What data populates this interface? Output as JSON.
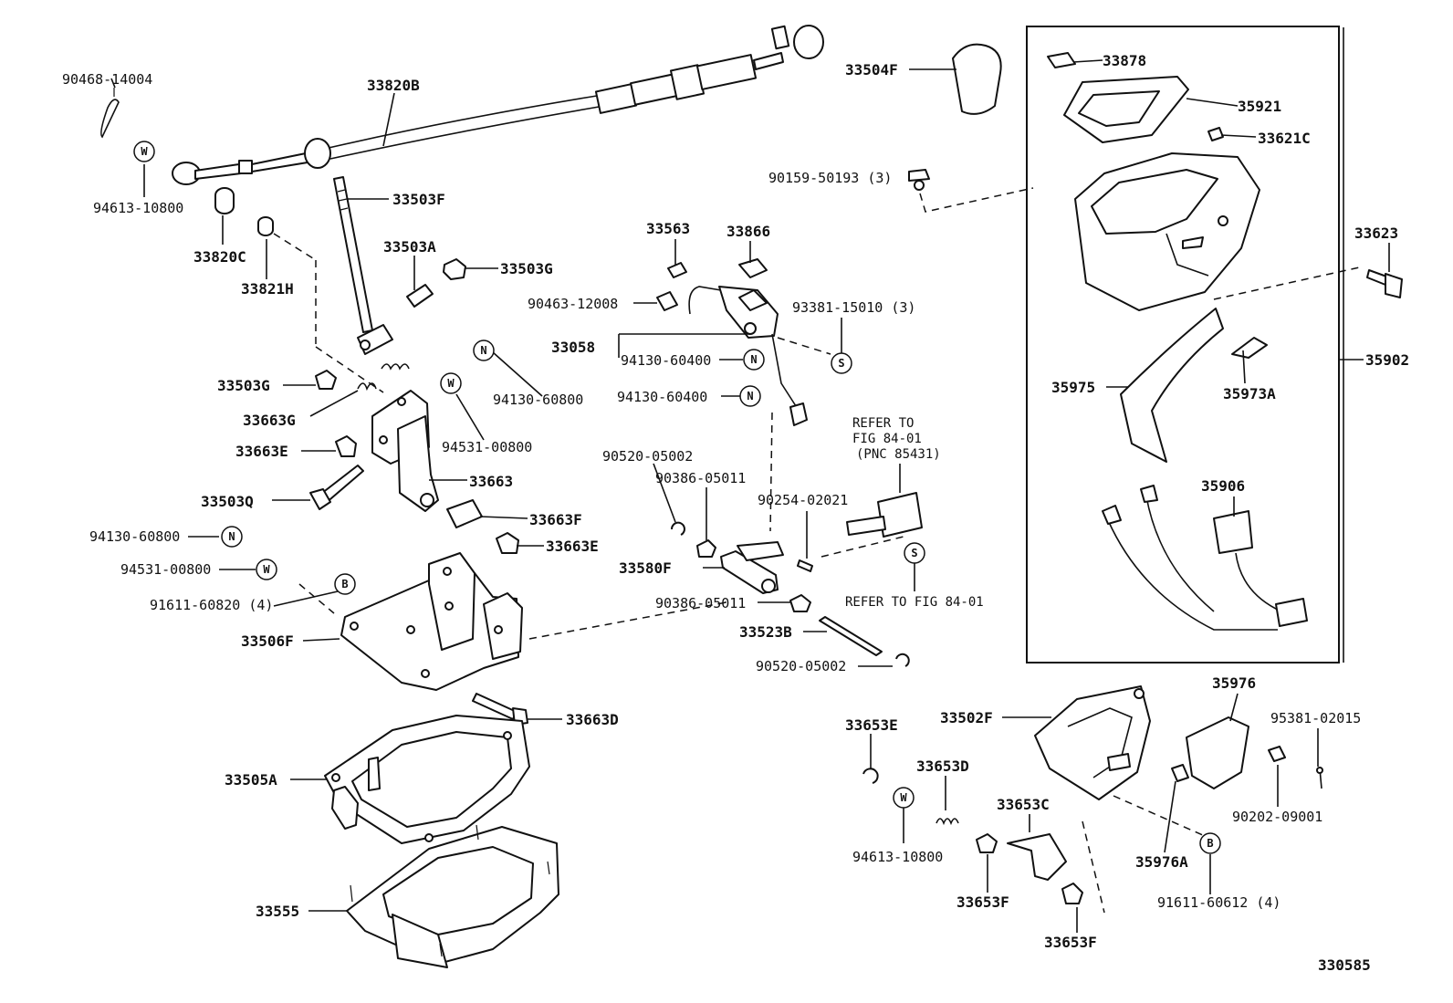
{
  "labels": {
    "p90468_14004": "90468-14004",
    "p33820B": "33820B",
    "p94613_10800_a": "94613-10800",
    "p33820C": "33820C",
    "p33821H": "33821H",
    "p33503F": "33503F",
    "p33503A": "33503A",
    "p33503G_a": "33503G",
    "p33503G_b": "33503G",
    "p33663G": "33663G",
    "p94130_60800_a": "94130-60800",
    "p94531_00800_a": "94531-00800",
    "p33663E_a": "33663E",
    "p33663": "33663",
    "p33503Q": "33503Q",
    "p33663F": "33663F",
    "p94130_60800_b": "94130-60800",
    "p33663E_b": "33663E",
    "p94531_00800_b": "94531-00800",
    "p91611_60820": "91611-60820 (4)",
    "p33506F": "33506F",
    "p33663D": "33663D",
    "p33505A": "33505A",
    "p33555": "33555",
    "p33504F": "33504F",
    "p90159_50193": "90159-50193 (3)",
    "p33563": "33563",
    "p33866": "33866",
    "p90463_12008": "90463-12008",
    "p93381_15010": "93381-15010 (3)",
    "p33058": "33058",
    "p94130_60400_a": "94130-60400",
    "p94130_60400_b": "94130-60400",
    "p90520_05002_a": "90520-05002",
    "p90386_05011_a": "90386-05011",
    "p90254_02021": "90254-02021",
    "p33580F": "33580F",
    "p90386_05011_b": "90386-05011",
    "p33523B": "33523B",
    "p90520_05002_b": "90520-05002",
    "p33878": "33878",
    "p35921": "35921",
    "p33621C": "33621C",
    "p33623": "33623",
    "p35902": "35902",
    "p35975": "35975",
    "p35973A": "35973A",
    "p35906": "35906",
    "p33653E": "33653E",
    "p33502F": "33502F",
    "p35976": "35976",
    "p95381_02015": "95381-02015",
    "p33653D": "33653D",
    "p33653C": "33653C",
    "p90202_09001": "90202-09001",
    "p94613_10800_b": "94613-10800",
    "p35976A": "35976A",
    "p33653F_a": "33653F",
    "p33653F_b": "33653F",
    "p91611_60612": "91611-60612 (4)"
  },
  "notes": {
    "refer_line1": "REFER TO",
    "refer_line2": "FIG 84-01",
    "refer_line3": "(PNC 85431)",
    "refer_fig": "REFER TO FIG 84-01"
  },
  "symbols": {
    "W": "W",
    "N": "N",
    "S": "S",
    "B": "B"
  },
  "figure_number": "330585"
}
